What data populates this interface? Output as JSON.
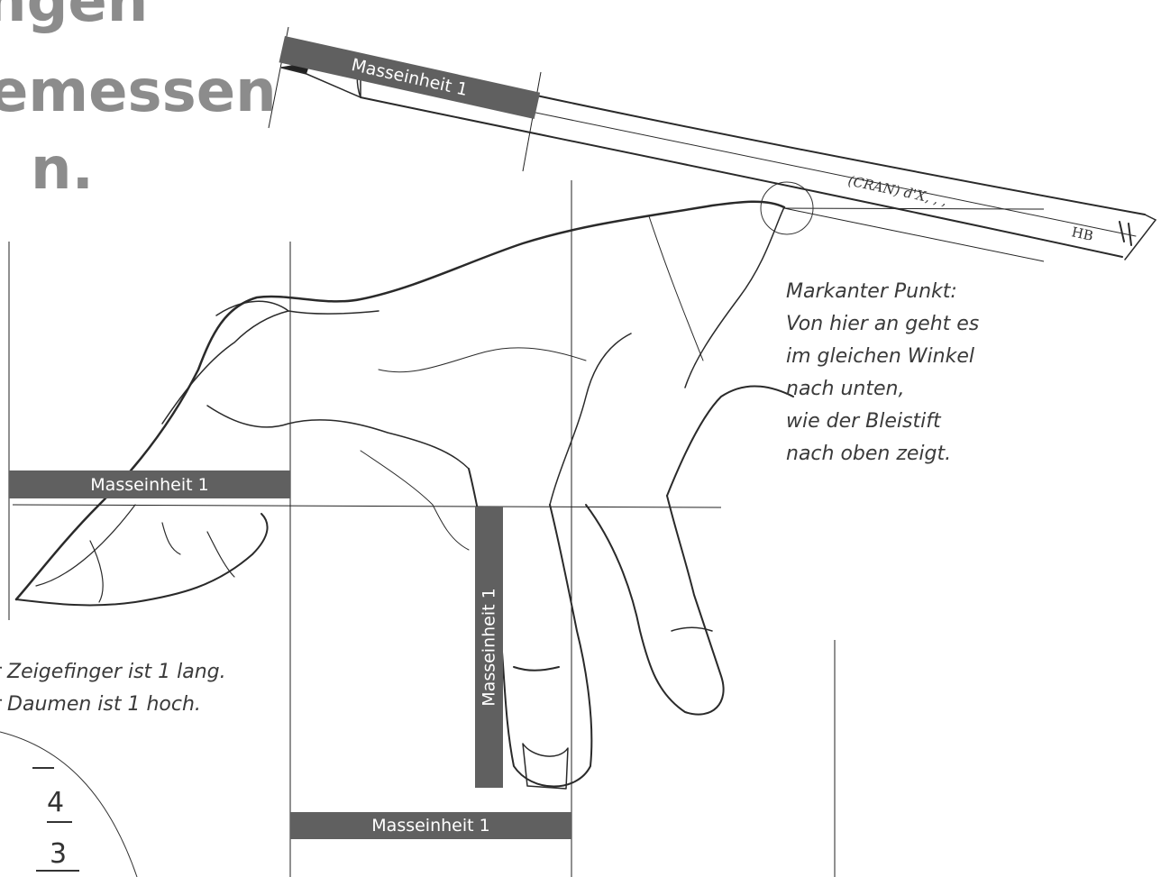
{
  "heading": {
    "line1": "ngen",
    "line2": "emessen",
    "line3": "n."
  },
  "bars": {
    "pencil": "Masseinheit 1",
    "finger_left": "Masseinheit 1",
    "finger_vertical": "Masseinheit 1",
    "bottom": "Masseinheit 1"
  },
  "annotation": {
    "lines": [
      "Markanter Punkt:",
      "Von hier an geht es",
      "im gleichen Winkel",
      "nach unten,",
      "wie der Bleistift",
      "nach oben zeigt."
    ]
  },
  "caption": {
    "line1": "r Zeigefinger ist 1 lang.",
    "line2": "r Daumen ist 1 hoch."
  },
  "pencil_label": "HB",
  "corner_numbers": [
    "4",
    "3"
  ],
  "colors": {
    "bar": "#606060",
    "heading": "#8c8c8c",
    "sketch": "#2a2a2a"
  }
}
